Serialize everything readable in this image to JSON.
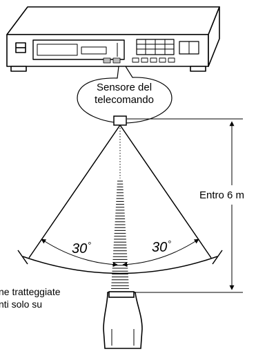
{
  "diagram": {
    "sensor_label_line1": "Sensore del",
    "sensor_label_line2": "telecomando",
    "range_label": "Entro 6 m",
    "angle_left": "30",
    "angle_right": "30",
    "degree_symbol": "°",
    "caption_line1": "ne tratteggiate",
    "caption_line2": "nti solo su"
  },
  "icons": {
    "receiver": "stereo-receiver-icon",
    "remote": "remote-control-icon"
  },
  "colors": {
    "line": "#000000",
    "background": "#ffffff",
    "panel_gray": "#bdbdbd"
  }
}
